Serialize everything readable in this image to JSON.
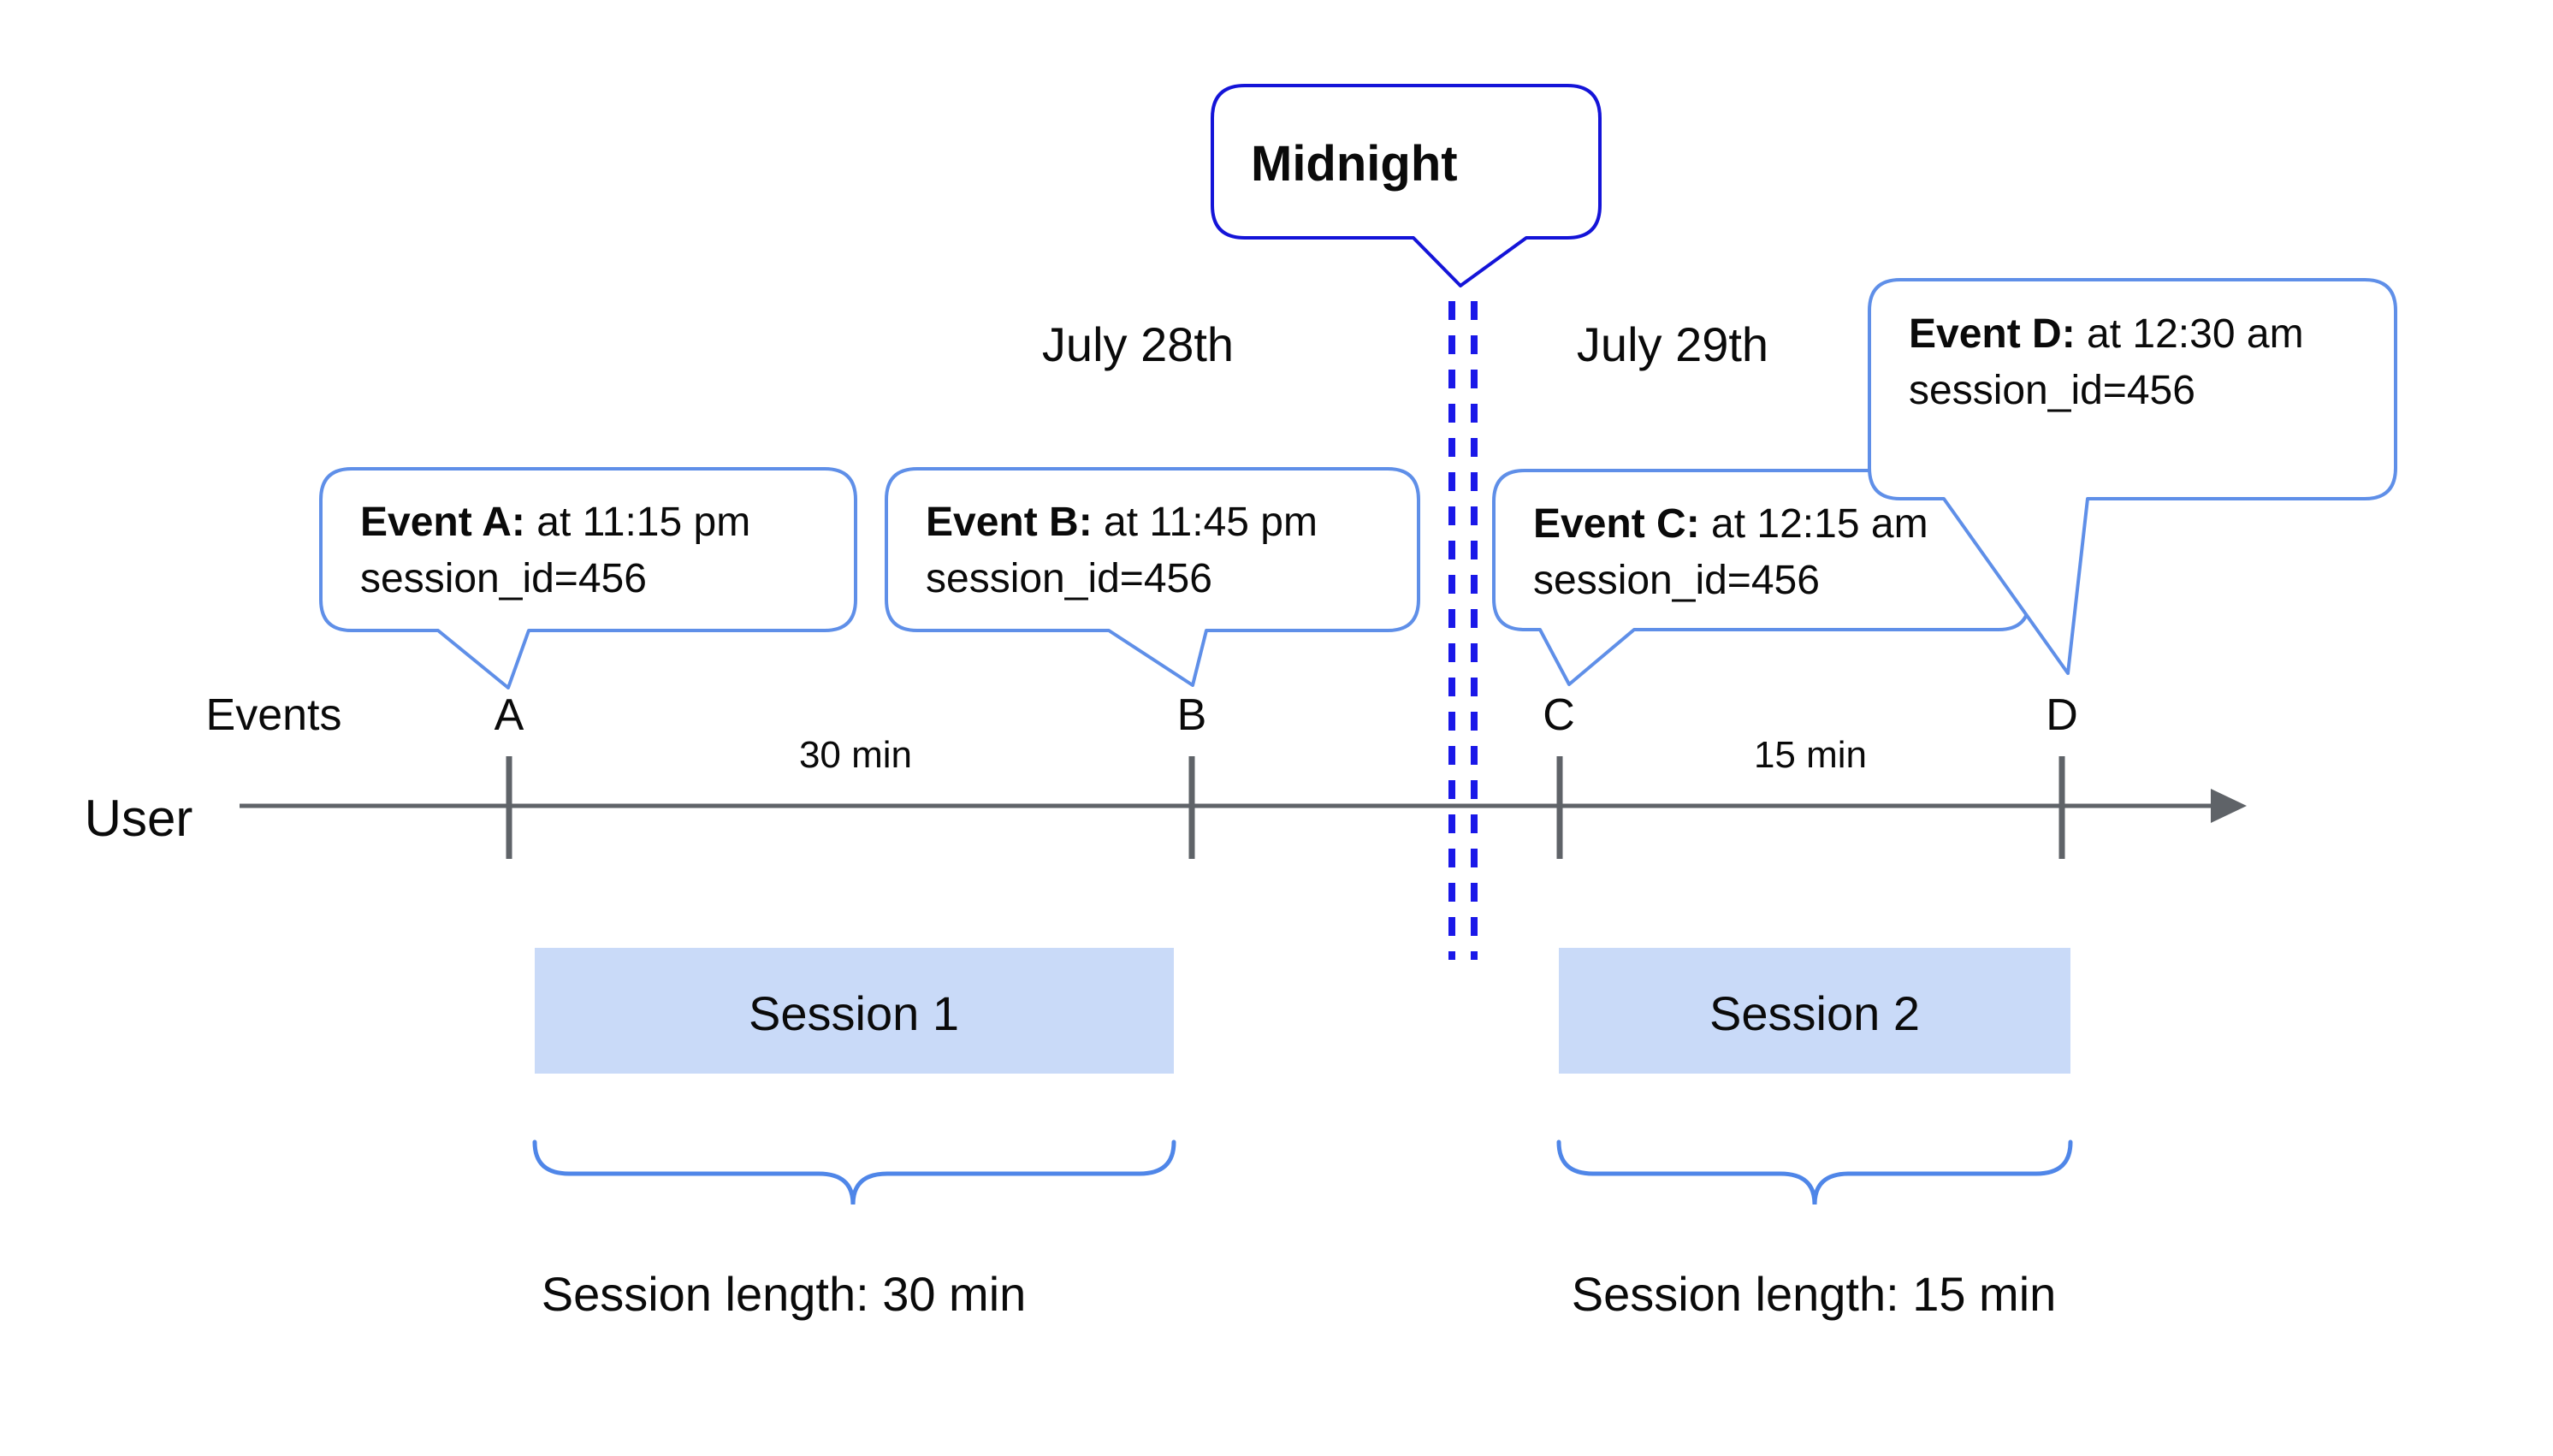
{
  "diagram": {
    "title_hint": "Session timeline diagram",
    "dates": {
      "left": "July 28th",
      "right": "July 29th"
    },
    "midnight": {
      "label": "Midnight"
    },
    "axis": {
      "events_label": "Events",
      "user_label": "User"
    },
    "events": [
      {
        "letter": "A",
        "title": "Event A:",
        "time": "at 11:15 pm",
        "session": "session_id=456"
      },
      {
        "letter": "B",
        "title": "Event B:",
        "time": "at 11:45 pm",
        "session": "session_id=456"
      },
      {
        "letter": "C",
        "title": "Event C:",
        "time": "at 12:15 am",
        "session": "session_id=456"
      },
      {
        "letter": "D",
        "title": "Event D:",
        "time": "at 12:30 am",
        "session": "session_id=456"
      }
    ],
    "gaps": [
      {
        "label": "30 min"
      },
      {
        "label": "15 min"
      }
    ],
    "sessions": [
      {
        "name": "Session 1",
        "length": "Session length: 30 min"
      },
      {
        "name": "Session 2",
        "length": "Session length: 15 min"
      }
    ],
    "colors": {
      "event_bubble_border": "#5f8fe8",
      "midnight_bubble_border": "#1414d8",
      "dashed_divider": "#1a18e8",
      "session_box_fill": "#c9daf8",
      "brace": "#4f86e8",
      "timeline": "#5f6368",
      "text": "#0a0a0a"
    }
  }
}
